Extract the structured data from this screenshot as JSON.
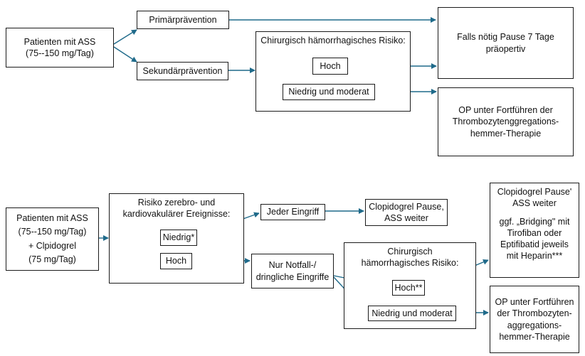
{
  "diagram1": {
    "patients": [
      "Patienten mit ASS",
      "(75--150 mg/Tag)"
    ],
    "primary": "Primärprävention",
    "secondary": "Sekundärprävention",
    "risk_title": "Chirurgisch hämorrhagisches Risiko:",
    "high": "Hoch",
    "low": "Niedrig und moderat",
    "pause": [
      "Falls nötig Pause 7 Tage",
      "präopertiv"
    ],
    "op": [
      "OP unter Fortführen der",
      "Thrombozytenggregations-",
      "hemmer-Therapie"
    ]
  },
  "diagram2": {
    "patients": [
      "Patienten mit ASS",
      "(75--150 mg/Tag)",
      "+ Clpidogrel",
      "(75 mg/Tag)"
    ],
    "risk_title": [
      "Risiko zerebro- und",
      "kardiovakulärer Ereignisse:"
    ],
    "low": "Niedrig*",
    "high": "Hoch",
    "any_surgery": "Jeder Eingriff",
    "clopi_pause": [
      "Clopidogrel Pause,",
      "ASS weiter"
    ],
    "emergency": [
      "Nur Notfall-/",
      "dringliche Eingriffe"
    ],
    "surg_risk_title": [
      "Chirurgisch",
      "hämorrhagisches Risiko:"
    ],
    "surg_high": "Hoch**",
    "surg_low": "Niedrig und moderat",
    "bridging": [
      "Clopidogrel Pause'",
      "ASS weiter",
      "",
      "ggf. „Bridging\" mit",
      "Tirofiban oder",
      "Eptifibatid jeweils",
      "mit Heparin***"
    ],
    "op": [
      "OP unter Fortführen",
      "der Thrombozyten-",
      "aggregations-",
      "hemmer-Therapie"
    ]
  },
  "colors": {
    "arrow": "#1f6a8a",
    "border": "#1b1b1b"
  }
}
